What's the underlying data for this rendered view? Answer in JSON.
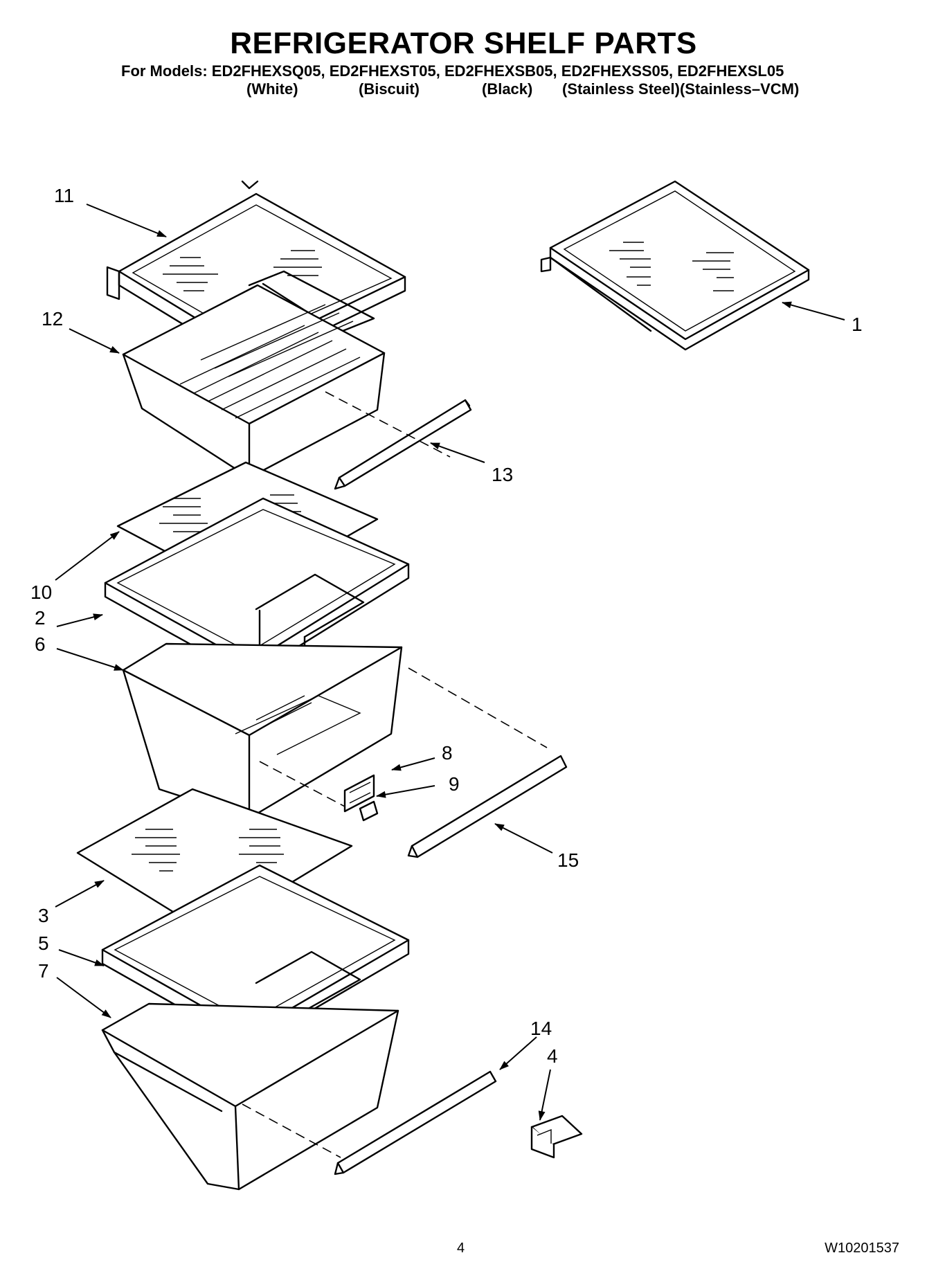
{
  "header": {
    "title": "REFRIGERATOR SHELF PARTS",
    "models_line": "For Models: ED2FHEXSQ05, ED2FHEXST05, ED2FHEXSB05, ED2FHEXSS05, ED2FHEXSL05",
    "colors": [
      "(White)",
      "(Biscuit)",
      "(Black)",
      "(Stainless Steel)(Stainless–VCM)"
    ]
  },
  "callouts": [
    "11",
    "12",
    "1",
    "13",
    "10",
    "2",
    "6",
    "8",
    "9",
    "15",
    "3",
    "5",
    "7",
    "14",
    "4"
  ],
  "footer": {
    "page_number": "4",
    "doc_number": "W10201537"
  }
}
